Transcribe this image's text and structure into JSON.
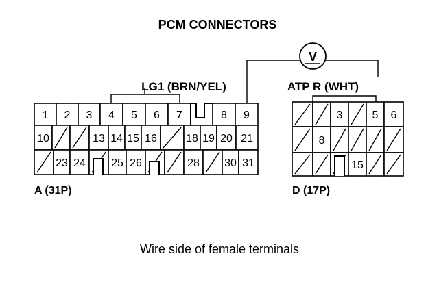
{
  "title": "PCM CONNECTORS",
  "caption": "Wire side of female terminals",
  "meter": {
    "symbol": "V"
  },
  "connector_a": {
    "name": "A (31P)",
    "wire_label": "LG1 (BRN/YEL)",
    "rows": [
      [
        "1",
        "2",
        "3",
        "4",
        "5",
        "6",
        "7",
        "",
        "8",
        "9"
      ],
      [
        "10",
        "",
        "",
        "13",
        "14",
        "15",
        "16",
        "",
        "18",
        "19",
        "20",
        "21"
      ],
      [
        "",
        "23",
        "24",
        "",
        "25",
        "26",
        "",
        "",
        "28",
        "",
        "30",
        "31"
      ]
    ]
  },
  "connector_d": {
    "name": "D (17P)",
    "wire_label": "ATP R (WHT)",
    "rows": [
      [
        "",
        "",
        "3",
        "",
        "5",
        "6"
      ],
      [
        "",
        "8",
        "",
        "",
        "",
        ""
      ],
      [
        "",
        "",
        "",
        "15",
        "",
        ""
      ]
    ]
  }
}
